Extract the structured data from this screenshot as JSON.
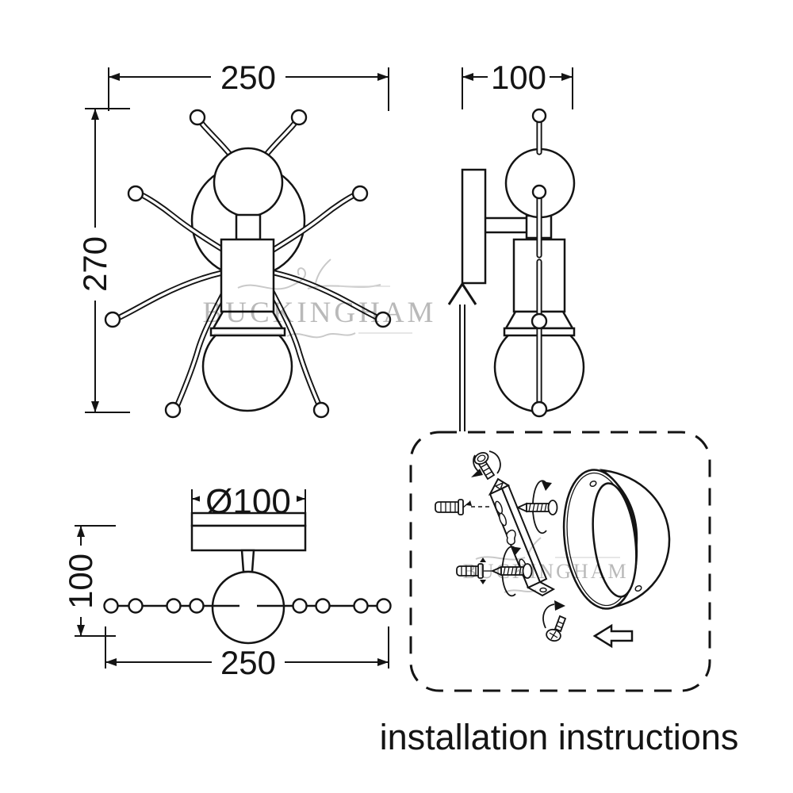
{
  "caption": "installation instructions",
  "watermark": {
    "brand": "BUCKINGHAM"
  },
  "views": {
    "front": {
      "width_label": "250",
      "height_label": "270"
    },
    "side": {
      "depth_label": "100"
    },
    "plan": {
      "diameter_label": "Ø100",
      "depth_label": "100",
      "width_label": "250"
    }
  },
  "colors": {
    "background": "#ffffff",
    "line": "#141414",
    "watermark": "#b9b9b9"
  }
}
